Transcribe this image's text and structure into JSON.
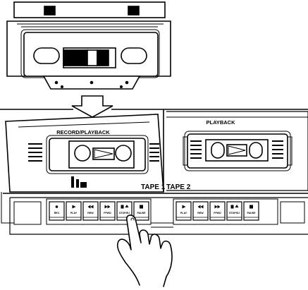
{
  "labels": {
    "deck1_title": "RECORD/PLAYBACK",
    "deck2_title": "PLAYBACK",
    "tape1": "TAPE 1",
    "tape2": "TAPE 2"
  },
  "buttons_tape1": [
    {
      "label": "REC",
      "icon": "record-dot-icon"
    },
    {
      "label": "PLAY",
      "icon": "play-icon"
    },
    {
      "label": "REW",
      "icon": "rewind-icon"
    },
    {
      "label": "FFWD",
      "icon": "fast-forward-icon"
    },
    {
      "label": "STOP/EJ",
      "icon": "stop-eject-icon"
    },
    {
      "label": "PAUSE",
      "icon": "pause-icon"
    }
  ],
  "buttons_tape2": [
    {
      "label": "PLAY",
      "icon": "play-icon"
    },
    {
      "label": "REW",
      "icon": "rewind-icon"
    },
    {
      "label": "FFWD",
      "icon": "fast-forward-icon"
    },
    {
      "label": "STOP/EJ",
      "icon": "stop-eject-icon"
    },
    {
      "label": "PAUSE",
      "icon": "pause-icon"
    }
  ],
  "colors": {
    "line": "#000000",
    "background": "#ffffff"
  }
}
